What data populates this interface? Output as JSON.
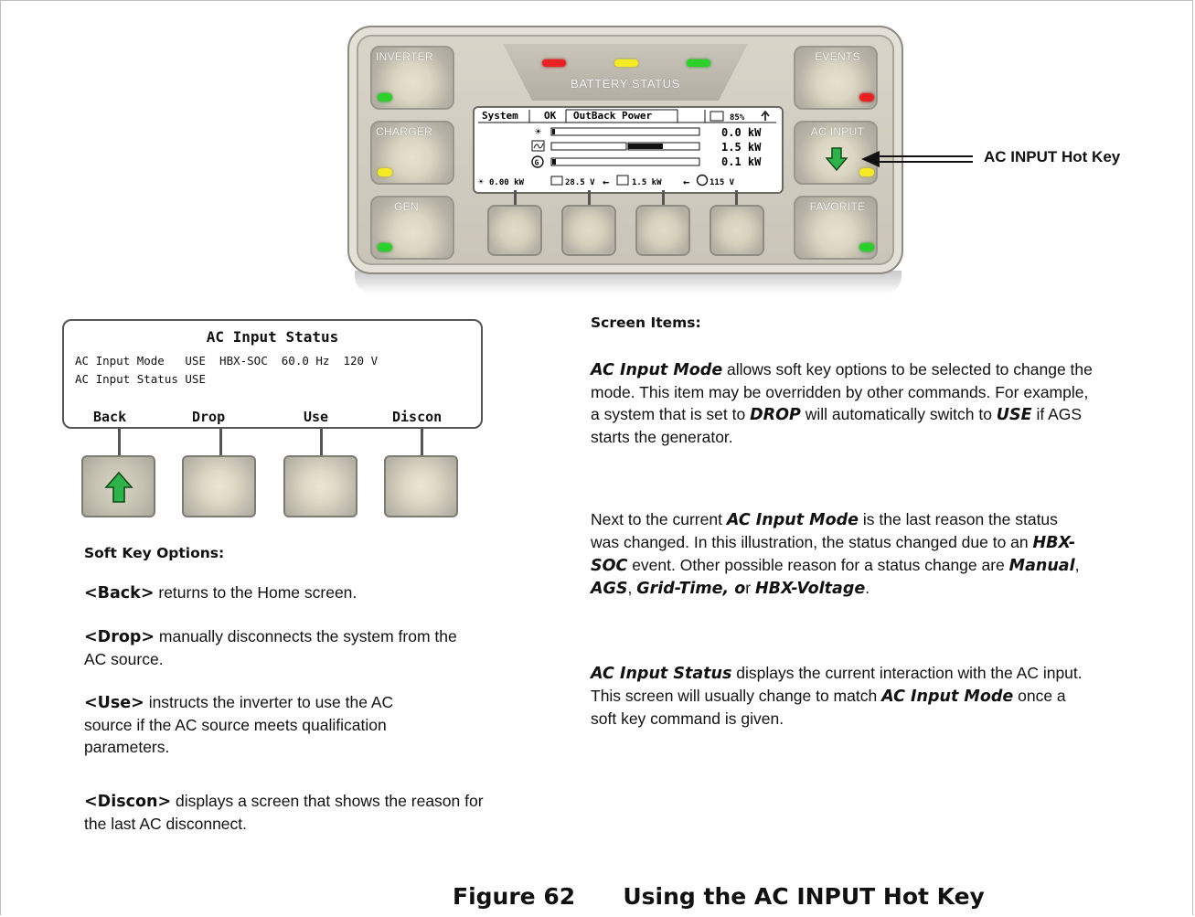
{
  "device": {
    "hot_keys": {
      "inverter": "INVERTER",
      "charger": "CHARGER",
      "gen": "GEN",
      "events": "EVENTS",
      "ac_input": "AC INPUT",
      "favorite": "FAVORITE"
    },
    "battery_status": "BATTERY STATUS",
    "lcd": {
      "tab_system": "System",
      "tab_ok": "OK",
      "tab_brand": "OutBack Power",
      "battery_pct": "85%",
      "rows": [
        "0.0 kW",
        "1.5 kW",
        "0.1 kW"
      ],
      "footer": {
        "solar": "0.00 kW",
        "battery": "28.5 V",
        "grid": "1.5 kW",
        "gen": "115 V"
      }
    },
    "colors": {
      "led_green": "#2bd12a",
      "led_yellow": "#f4ea25",
      "led_red": "#ea2121",
      "hotkey_arrow": "#2db34a"
    }
  },
  "callout": "AC INPUT Hot Key",
  "status_screen": {
    "title": "AC Input Status",
    "line1": "AC Input Mode   USE  HBX-SOC  60.0 Hz  120 V",
    "line2": "AC Input Status USE",
    "keys": [
      "Back",
      "Drop",
      "Use",
      "Discon"
    ]
  },
  "soft_keys": {
    "heading": "Soft Key Options:",
    "items": [
      {
        "key": "<Back>",
        "text": " returns to the Home screen."
      },
      {
        "key": "<Drop>",
        "text": " manually disconnects the system from the AC source."
      },
      {
        "key": "<Use>",
        "text": " instructs the inverter to use the AC source if the AC source meets qualification parameters."
      },
      {
        "key": "<Discon>",
        "text": " displays a screen that shows the reason for the last AC disconnect."
      }
    ]
  },
  "screen_items": {
    "heading": "Screen Items:",
    "p1": {
      "em1": "AC Input Mode",
      "t1": " allows soft key options to be selected to change the mode.  This item may be overridden by other commands.  For example, a system that is set to ",
      "em2": "DROP",
      "t2": " will automatically switch to ",
      "em3": "USE",
      "t3": " if AGS starts the generator."
    },
    "p2": {
      "t0": "Next to the current ",
      "em1": "AC Input Mode",
      "t1": " is the last reason the status was changed.  In this illustration, the status changed due to an ",
      "em2": "HBX-SOC",
      "t2": " event.  Other possible reason for a status change are ",
      "em3": "Manual",
      "t3": ", ",
      "em4": "AGS",
      "t4": ", ",
      "em5": "Grid-Time, o",
      "t5": "r ",
      "em6": "HBX-Voltage",
      "t6": "."
    },
    "p3": {
      "em1": "AC Input Status",
      "t1": " displays the current interaction with the AC input.  This screen will usually change to match ",
      "em2": "AC Input Mode",
      "t2": " once a soft key command is given."
    }
  },
  "figure": {
    "number": "Figure 62",
    "title": "Using the AC INPUT Hot Key"
  }
}
